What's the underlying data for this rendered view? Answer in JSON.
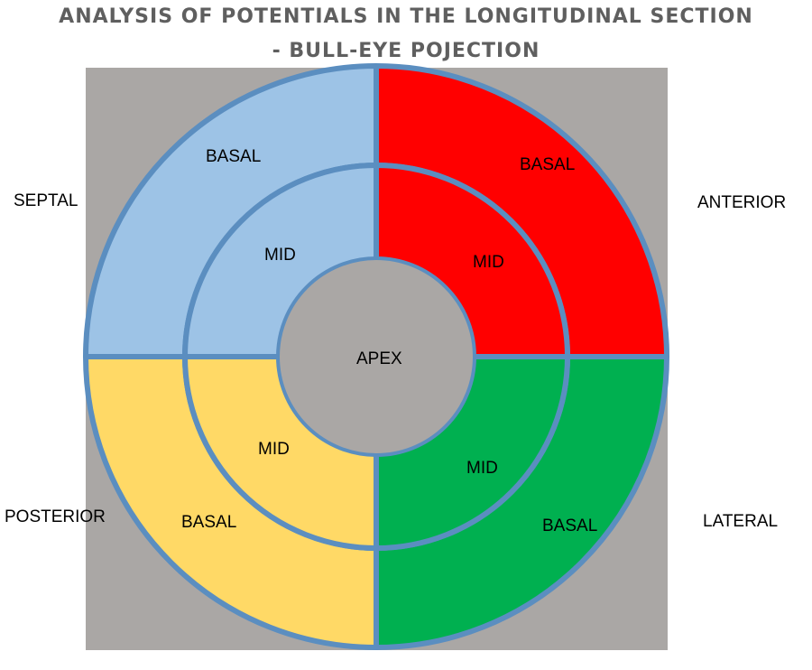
{
  "title": {
    "line1": "ANALYSIS OF POTENTIALS IN THE LONGITUDINAL SECTION",
    "line2": "-  BULL-EYE POJECTION"
  },
  "colors": {
    "background_square": "#aaa7a5",
    "border": "#5b8ec0",
    "septal": "#9dc3e6",
    "anterior": "#ff0000",
    "posterior": "#ffd966",
    "lateral": "#00b050",
    "apex": "#aaa7a5"
  },
  "regions": {
    "septal": "SEPTAL",
    "anterior": "ANTERIOR",
    "posterior": "POSTERIOR",
    "lateral": "LATERAL"
  },
  "segments": {
    "septal_basal": "BASAL",
    "septal_mid": "MID",
    "anterior_basal": "BASAL",
    "anterior_mid": "MID",
    "posterior_basal": "BASAL",
    "posterior_mid": "MID",
    "lateral_basal": "BASAL",
    "lateral_mid": "MID",
    "apex": "APEX"
  }
}
